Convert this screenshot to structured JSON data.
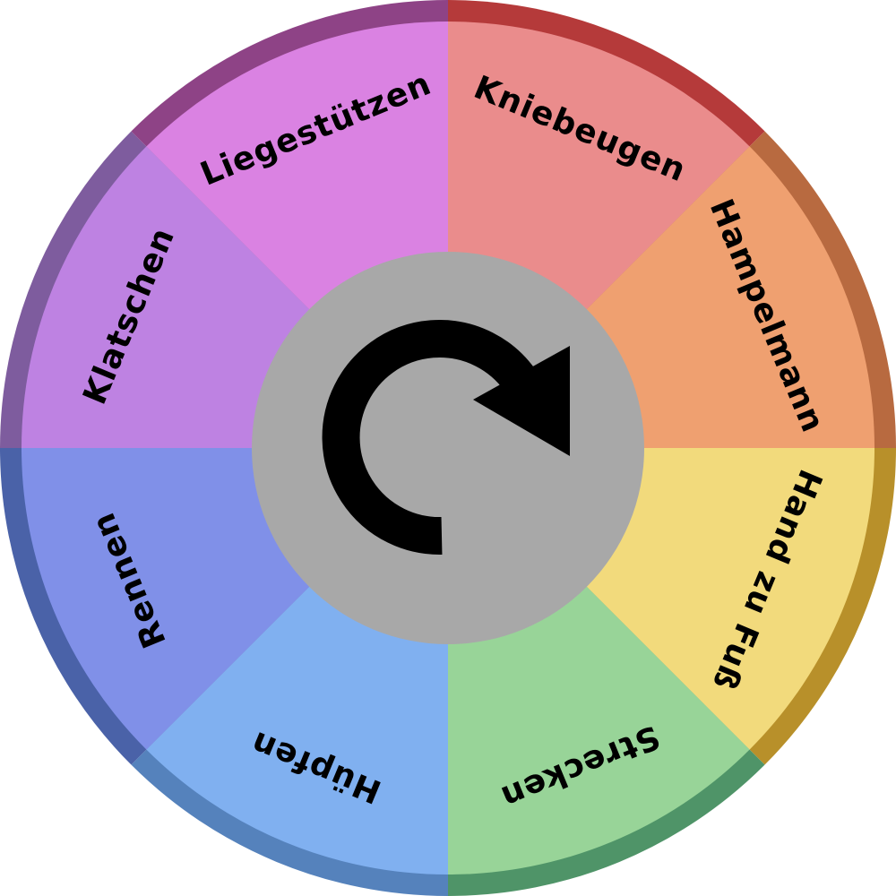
{
  "wheel": {
    "segments": [
      {
        "label": "Kniebeugen",
        "fill": "#ea8c8c",
        "rim": "#b53a3a"
      },
      {
        "label": "Hampelmann",
        "fill": "#efa070",
        "rim": "#b86a40"
      },
      {
        "label": "Hand zu Fuß",
        "fill": "#f2da7c",
        "rim": "#b8902a"
      },
      {
        "label": "Strecken",
        "fill": "#98d498",
        "rim": "#4f9468"
      },
      {
        "label": "Hüpfen",
        "fill": "#80b0f0",
        "rim": "#5582bc"
      },
      {
        "label": "Rennen",
        "fill": "#8090e8",
        "rim": "#4a62a8"
      },
      {
        "label": "Klatschen",
        "fill": "#be82e2",
        "rim": "#7e5c9e"
      },
      {
        "label": "Liegestützen",
        "fill": "#da82e2",
        "rim": "#8e4386"
      }
    ],
    "spin_button": {
      "icon": "rotate-clockwise-icon",
      "fill": "#a8a8a8",
      "icon_color": "#000000"
    }
  }
}
